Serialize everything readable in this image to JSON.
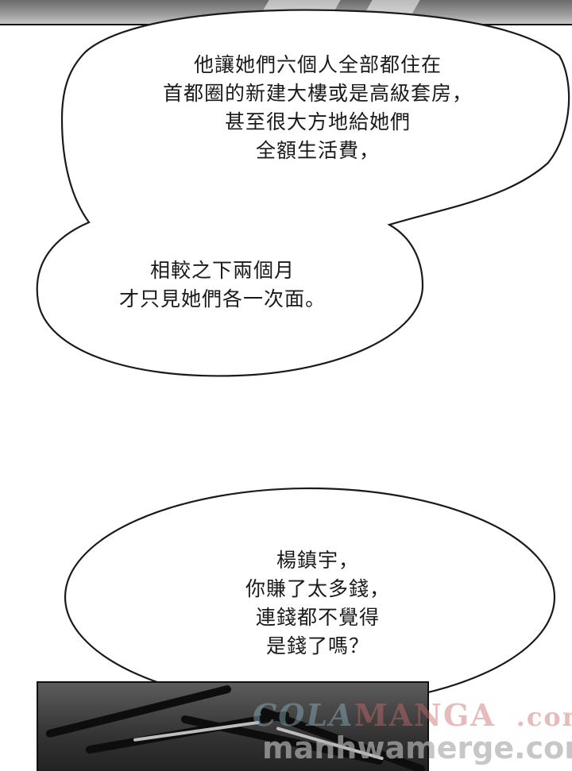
{
  "bubbles": [
    {
      "lines": "他讓她們六個人全部都住在\n首都圈的新建大樓或是高級套房，\n甚至很大方地給她們\n全額生活費，"
    },
    {
      "lines": "相較之下兩個月\n才只見她們各一次面。"
    },
    {
      "lines": "楊鎮宇，\n你賺了太多錢，\n連錢都不覺得\n是錢了嗎？"
    }
  ],
  "watermark": {
    "part1": "COLA",
    "part2": "MANGA",
    "part3": ".com",
    "line2": "manhwamerge.com"
  },
  "colors": {
    "bubble_fill": "#ffffff",
    "bubble_stroke": "#1a1a1a",
    "text": "#1a1a1a"
  }
}
